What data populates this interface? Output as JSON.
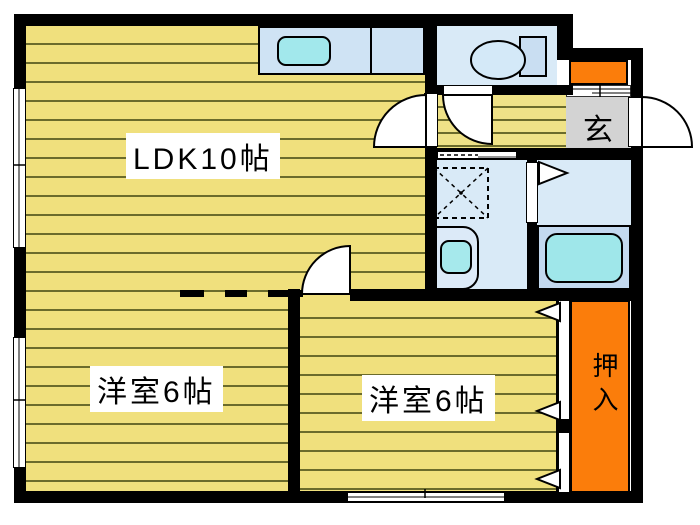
{
  "document": {
    "type": "floor-plan",
    "description": "Japanese apartment floor plan (madori)"
  },
  "labels": {
    "ldk": "LDK10帖",
    "bedroom1": "洋室6帖",
    "bedroom2": "洋室6帖",
    "entrance": "玄",
    "closet": "押入"
  },
  "colors": {
    "floor_yellow": "#F0E07D",
    "floor_stripe_olive": "#6B6B2B",
    "wet_room_blue": "#D9EAF7",
    "counter_blue": "#CFE3F4",
    "fixture_cyan": "#A2E8EC",
    "tub_panel_blue": "#C3D9EF",
    "closet_orange": "#FB7D0B",
    "entrance_gray": "#D3D3D3",
    "wall_black": "#000000",
    "background_white": "#FFFFFF"
  }
}
